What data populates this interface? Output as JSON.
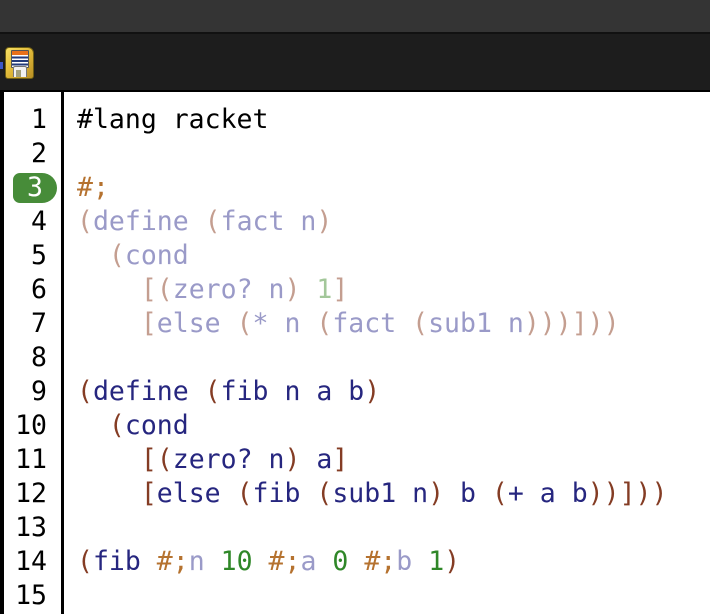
{
  "window": {
    "titlebar_color": "#343434",
    "toolbar_color": "#1d1d1d"
  },
  "toolbar": {
    "save_icon": "floppy-disk-save-icon"
  },
  "editor": {
    "language": "#lang racket",
    "current_line": 3,
    "colors": {
      "plain": "#000000",
      "com": "#b5722f",
      "p": "#843c24",
      "id": "#26267f",
      "lit": "#2f8728",
      "fid": "#9a9ac8",
      "fp": "#c49e90",
      "flit": "#a3c79a",
      "badge_bg": "#478c39",
      "badge_text": "#ffffff",
      "gutter_text": "#000000",
      "editor_bg": "#ffffff"
    },
    "lines": [
      {
        "n": "1",
        "tokens": [
          [
            "#lang racket",
            "plain"
          ]
        ]
      },
      {
        "n": "2",
        "tokens": []
      },
      {
        "n": "3",
        "tokens": [
          [
            "#;",
            "com"
          ]
        ]
      },
      {
        "n": "4",
        "tokens": [
          [
            "(",
            "fp"
          ],
          [
            "define",
            "fid"
          ],
          [
            " ",
            "plain"
          ],
          [
            "(",
            "fp"
          ],
          [
            "fact n",
            "fid"
          ],
          [
            ")",
            "fp"
          ]
        ]
      },
      {
        "n": "5",
        "tokens": [
          [
            "  ",
            "plain"
          ],
          [
            "(",
            "fp"
          ],
          [
            "cond",
            "fid"
          ]
        ]
      },
      {
        "n": "6",
        "tokens": [
          [
            "    ",
            "plain"
          ],
          [
            "[(",
            "fp"
          ],
          [
            "zero? n",
            "fid"
          ],
          [
            ") ",
            "fp"
          ],
          [
            "1",
            "flit"
          ],
          [
            "]",
            "fp"
          ]
        ]
      },
      {
        "n": "7",
        "tokens": [
          [
            "    ",
            "plain"
          ],
          [
            "[",
            "fp"
          ],
          [
            "else ",
            "fid"
          ],
          [
            "(",
            "fp"
          ],
          [
            "* n ",
            "fid"
          ],
          [
            "(",
            "fp"
          ],
          [
            "fact ",
            "fid"
          ],
          [
            "(",
            "fp"
          ],
          [
            "sub1 n",
            "fid"
          ],
          [
            ")))]))",
            "fp"
          ]
        ]
      },
      {
        "n": "8",
        "tokens": []
      },
      {
        "n": "9",
        "tokens": [
          [
            "(",
            "p"
          ],
          [
            "define ",
            "id"
          ],
          [
            "(",
            "p"
          ],
          [
            "fib n a b",
            "id"
          ],
          [
            ")",
            "p"
          ]
        ]
      },
      {
        "n": "10",
        "tokens": [
          [
            "  ",
            "plain"
          ],
          [
            "(",
            "p"
          ],
          [
            "cond",
            "id"
          ]
        ]
      },
      {
        "n": "11",
        "tokens": [
          [
            "    ",
            "plain"
          ],
          [
            "[(",
            "p"
          ],
          [
            "zero? n",
            "id"
          ],
          [
            ") ",
            "p"
          ],
          [
            "a",
            "id"
          ],
          [
            "]",
            "p"
          ]
        ]
      },
      {
        "n": "12",
        "tokens": [
          [
            "    ",
            "plain"
          ],
          [
            "[",
            "p"
          ],
          [
            "else ",
            "id"
          ],
          [
            "(",
            "p"
          ],
          [
            "fib ",
            "id"
          ],
          [
            "(",
            "p"
          ],
          [
            "sub1 n",
            "id"
          ],
          [
            ") ",
            "p"
          ],
          [
            "b ",
            "id"
          ],
          [
            "(",
            "p"
          ],
          [
            "+ a b",
            "id"
          ],
          [
            "))]))",
            "p"
          ]
        ]
      },
      {
        "n": "13",
        "tokens": []
      },
      {
        "n": "14",
        "tokens": [
          [
            "(",
            "p"
          ],
          [
            "fib ",
            "id"
          ],
          [
            "#;",
            "com"
          ],
          [
            "n",
            "fid"
          ],
          [
            " ",
            "plain"
          ],
          [
            "10",
            "lit"
          ],
          [
            " ",
            "plain"
          ],
          [
            "#;",
            "com"
          ],
          [
            "a",
            "fid"
          ],
          [
            " ",
            "plain"
          ],
          [
            "0",
            "lit"
          ],
          [
            " ",
            "plain"
          ],
          [
            "#;",
            "com"
          ],
          [
            "b",
            "fid"
          ],
          [
            " ",
            "plain"
          ],
          [
            "1",
            "lit"
          ],
          [
            ")",
            "p"
          ]
        ]
      },
      {
        "n": "15",
        "tokens": []
      }
    ]
  }
}
